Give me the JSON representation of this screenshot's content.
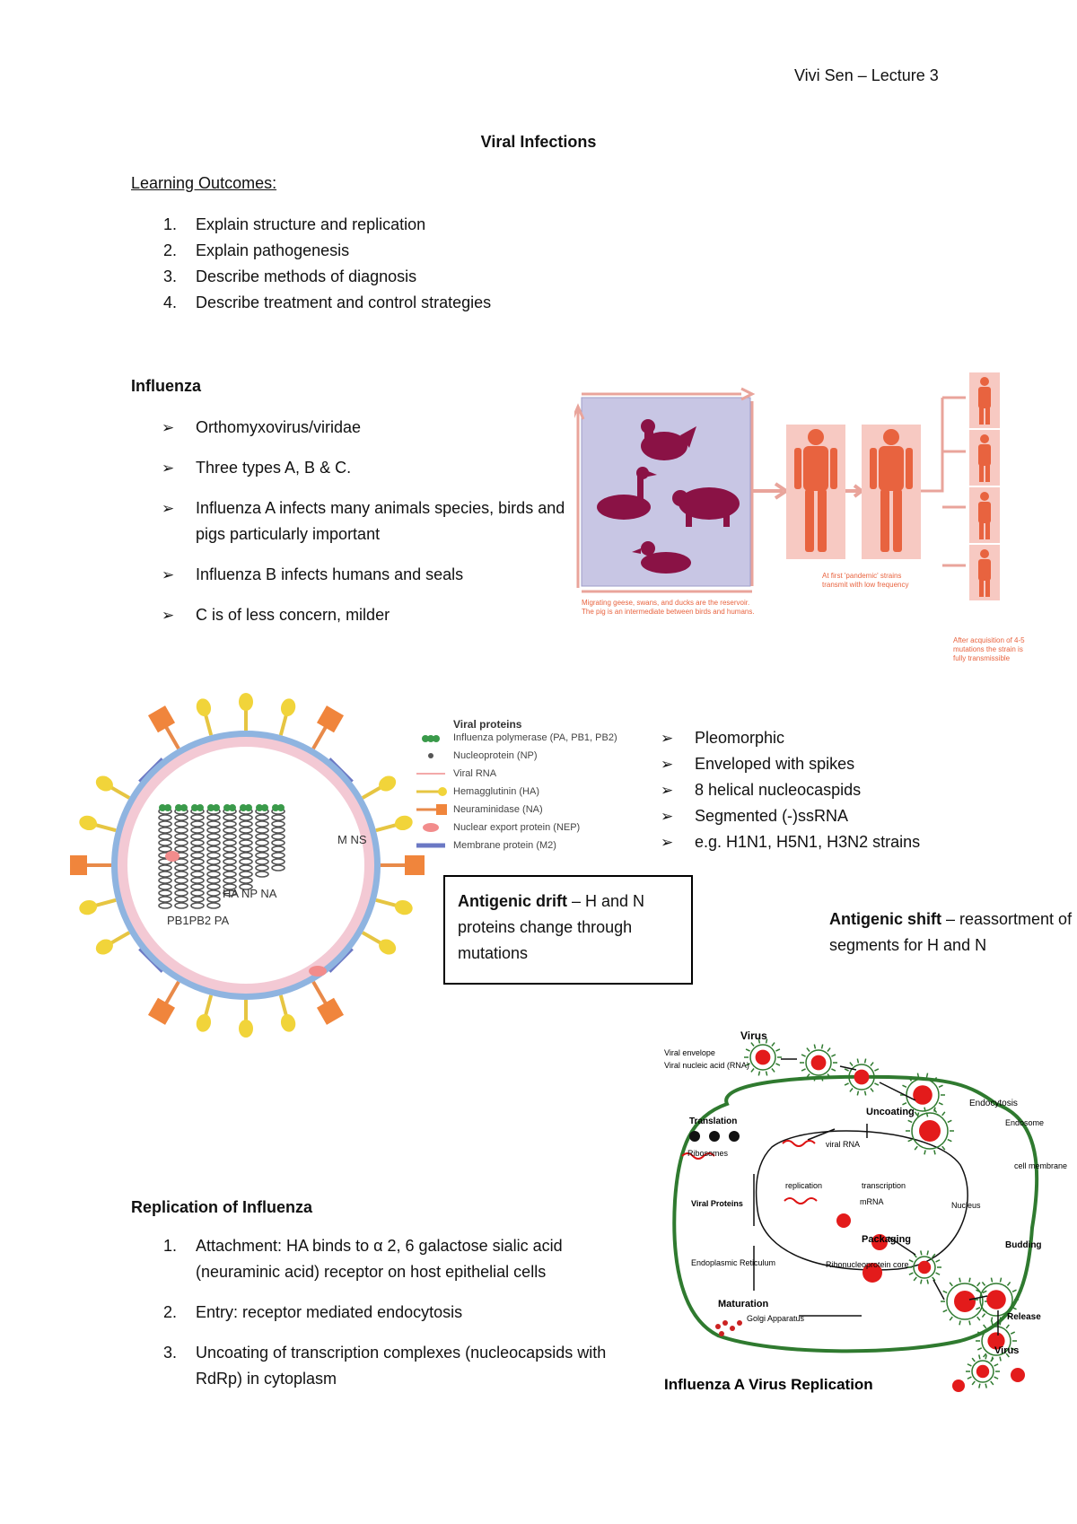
{
  "header": {
    "author_lecture": "Vivi Sen – Lecture 3"
  },
  "title": "Viral Infections",
  "learning_outcomes": {
    "heading": "Learning Outcomes:",
    "items": [
      {
        "num": "1.",
        "text": "Explain structure and replication"
      },
      {
        "num": "2.",
        "text": "Explain pathogenesis"
      },
      {
        "num": "3.",
        "text": "Describe methods of diagnosis"
      },
      {
        "num": "4.",
        "text": "Describe treatment and control strategies"
      }
    ]
  },
  "influenza": {
    "heading": "Influenza",
    "bullets": [
      "Orthomyxovirus/viridae",
      "Three types A, B & C.",
      "Influenza A infects many animals species, birds and pigs particularly important",
      "Influenza B infects humans and seals",
      "C is of less concern, milder"
    ]
  },
  "transmission_figure": {
    "caption_animals": "Migrating geese, swans, and ducks are the reservoir. The pig is an intermediate between birds and humans.",
    "caption_first": "At first 'pandemic' strains transmit with low frequency",
    "caption_after": "After acquisition of 4-5 mutations the strain is fully transmissible",
    "colors": {
      "panel": "#c8c6e4",
      "animal": "#8a1245",
      "human": "#e8633f",
      "human_bg": "#f7c9c2",
      "arrow": "#f0a8a0"
    }
  },
  "virus_figure": {
    "legend_title": "Viral proteins",
    "legend": [
      {
        "icon": "polymerase-icon",
        "text": "Influenza polymerase (PA, PB1, PB2)"
      },
      {
        "icon": "nucleoprotein-icon",
        "text": "Nucleoprotein (NP)"
      },
      {
        "icon": "viral-rna-icon",
        "text": "Viral RNA"
      },
      {
        "icon": "hemagglutinin-icon",
        "text": "Hemagglutinin (HA)"
      },
      {
        "icon": "neuraminidase-icon",
        "text": "Neuraminidase (NA)"
      },
      {
        "icon": "nep-icon",
        "text": "Nuclear export protein (NEP)"
      },
      {
        "icon": "membrane-protein-icon",
        "text": "Membrane protein (M2)"
      }
    ],
    "segment_labels": {
      "row1": "M  NS",
      "row2": "HA NP NA",
      "row3": "PB1PB2 PA"
    }
  },
  "properties": [
    "Pleomorphic",
    "Enveloped with spikes",
    "8 helical nucleocaspids",
    "Segmented (-)ssRNA",
    "e.g. H1N1, H5N1, H3N2 strains"
  ],
  "antigenic_drift": {
    "term": "Antigenic drift",
    "text": " – H and N proteins change through mutations"
  },
  "antigenic_shift": {
    "term": "Antigenic shift",
    "text": " – reassortment of segments for H and N"
  },
  "replication_figure": {
    "title": "Influenza A Virus Replication",
    "labels": {
      "virus_top": "Virus",
      "viral_envelope": "Viral envelope",
      "viral_nucleic_acid": "Viral nucleic acid (RNA)",
      "endocytosis": "Endocytosis",
      "endosome": "Endosome",
      "uncoating": "Uncoating",
      "translation": "Translation",
      "ribosomes": "Ribosomes",
      "viral_rna": "viral RNA",
      "replication": "replication",
      "transcription": "transcription",
      "mrna": "mRNA",
      "cell_membrane": "cell membrane",
      "nucleus": "Nucleus",
      "viral_proteins": "Viral Proteins",
      "packaging": "Packaging",
      "budding": "Budding",
      "er": "Endoplasmic Reticulum",
      "rnp_core": "Ribonucleoprotein core",
      "maturation": "Maturation",
      "golgi": "Golgi Apparatus",
      "release": "Release",
      "virus_bottom": "Virus"
    }
  },
  "replication": {
    "heading": "Replication of Influenza",
    "steps": [
      {
        "num": "1.",
        "text": "Attachment: HA binds to α 2, 6 galactose sialic acid (neuraminic acid) receptor on host epithelial cells"
      },
      {
        "num": "2.",
        "text": "Entry: receptor mediated endocytosis"
      },
      {
        "num": "3.",
        "text": "Uncoating of transcription complexes (nucleocapsids with RdRp) in cytoplasm"
      }
    ]
  }
}
